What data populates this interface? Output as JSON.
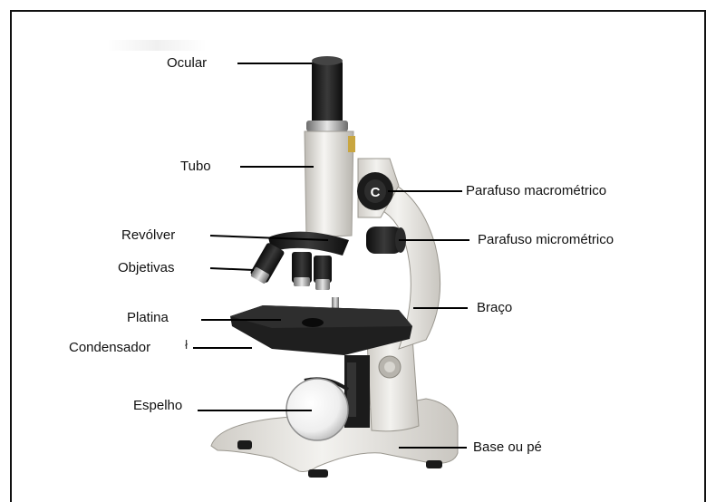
{
  "labels": {
    "ocular": "Ocular",
    "tubo": "Tubo",
    "revolver": "Revólver",
    "objetivas": "Objetivas",
    "platina": "Platina",
    "condensador": "Condensador",
    "espelho": "Espelho",
    "parafuso_macrometrico": "Parafuso macrométrico",
    "parafuso_micrometrico": "Parafuso micrométrico",
    "braco": "Braço",
    "base": "Base ou pé"
  },
  "coarse_knob_letter": "C",
  "stray_mark": "ł",
  "colors": {
    "body": "#eceae6",
    "dark": "#1e1e1e",
    "leader": "#000000",
    "border": "#111111"
  }
}
